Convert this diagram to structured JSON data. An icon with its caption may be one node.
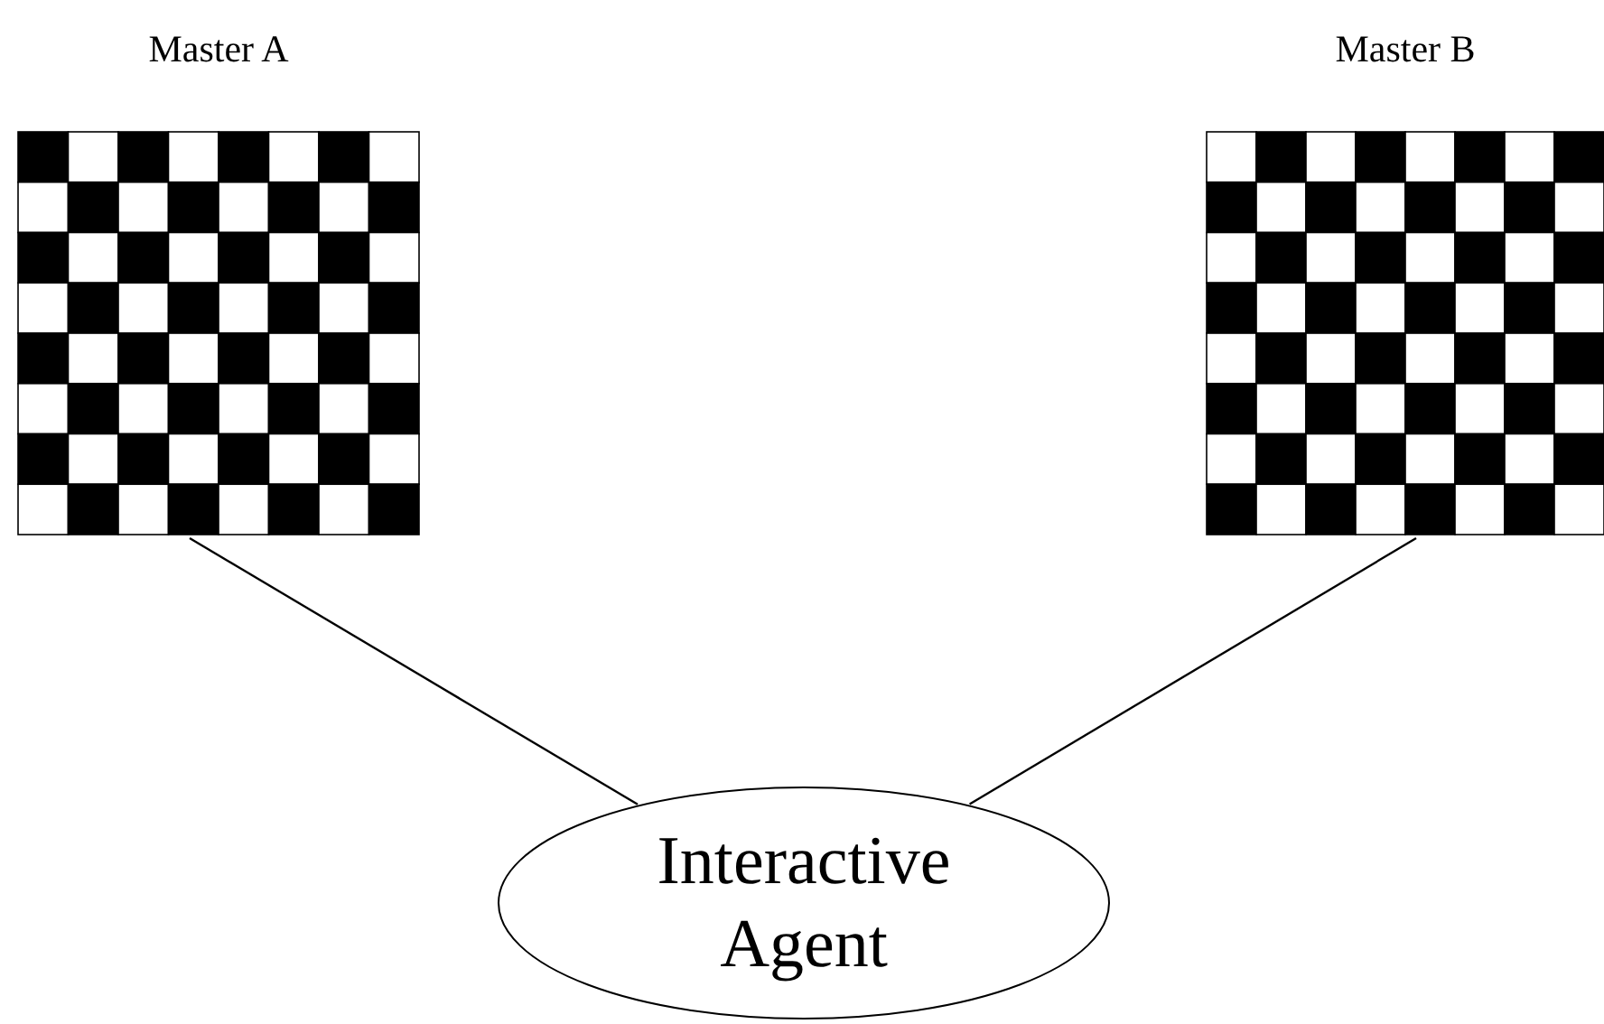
{
  "diagram": {
    "nodes": [
      {
        "text": [
          "Master A"
        ]
      },
      {
        "text": [
          "Master B"
        ]
      },
      {
        "text": [
          "Interactive Agent"
        ]
      }
    ],
    "edges": [
      {
        "from": 0,
        "to": 2,
        "arrow": "none"
      },
      {
        "from": 1,
        "to": 2,
        "arrow": "none"
      }
    ]
  }
}
